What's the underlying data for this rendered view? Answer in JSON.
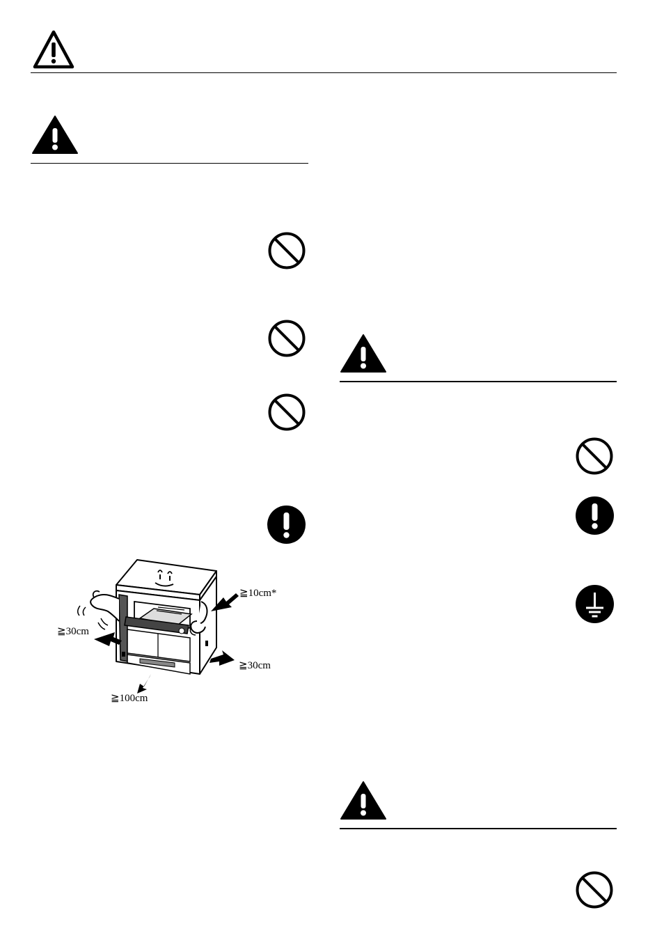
{
  "page": {
    "symbols": {
      "header": "caution-outline-triangle-icon",
      "warning": "warning-filled-triangle-icon",
      "prohibited": "prohibition-icon",
      "mandatory": "exclamation-circle-icon",
      "ground": "ground-icon"
    }
  },
  "figure": {
    "labels": {
      "top_right": "≧10cm*",
      "left": "≧30cm",
      "right": "≧30cm",
      "front": "≧100cm"
    }
  }
}
